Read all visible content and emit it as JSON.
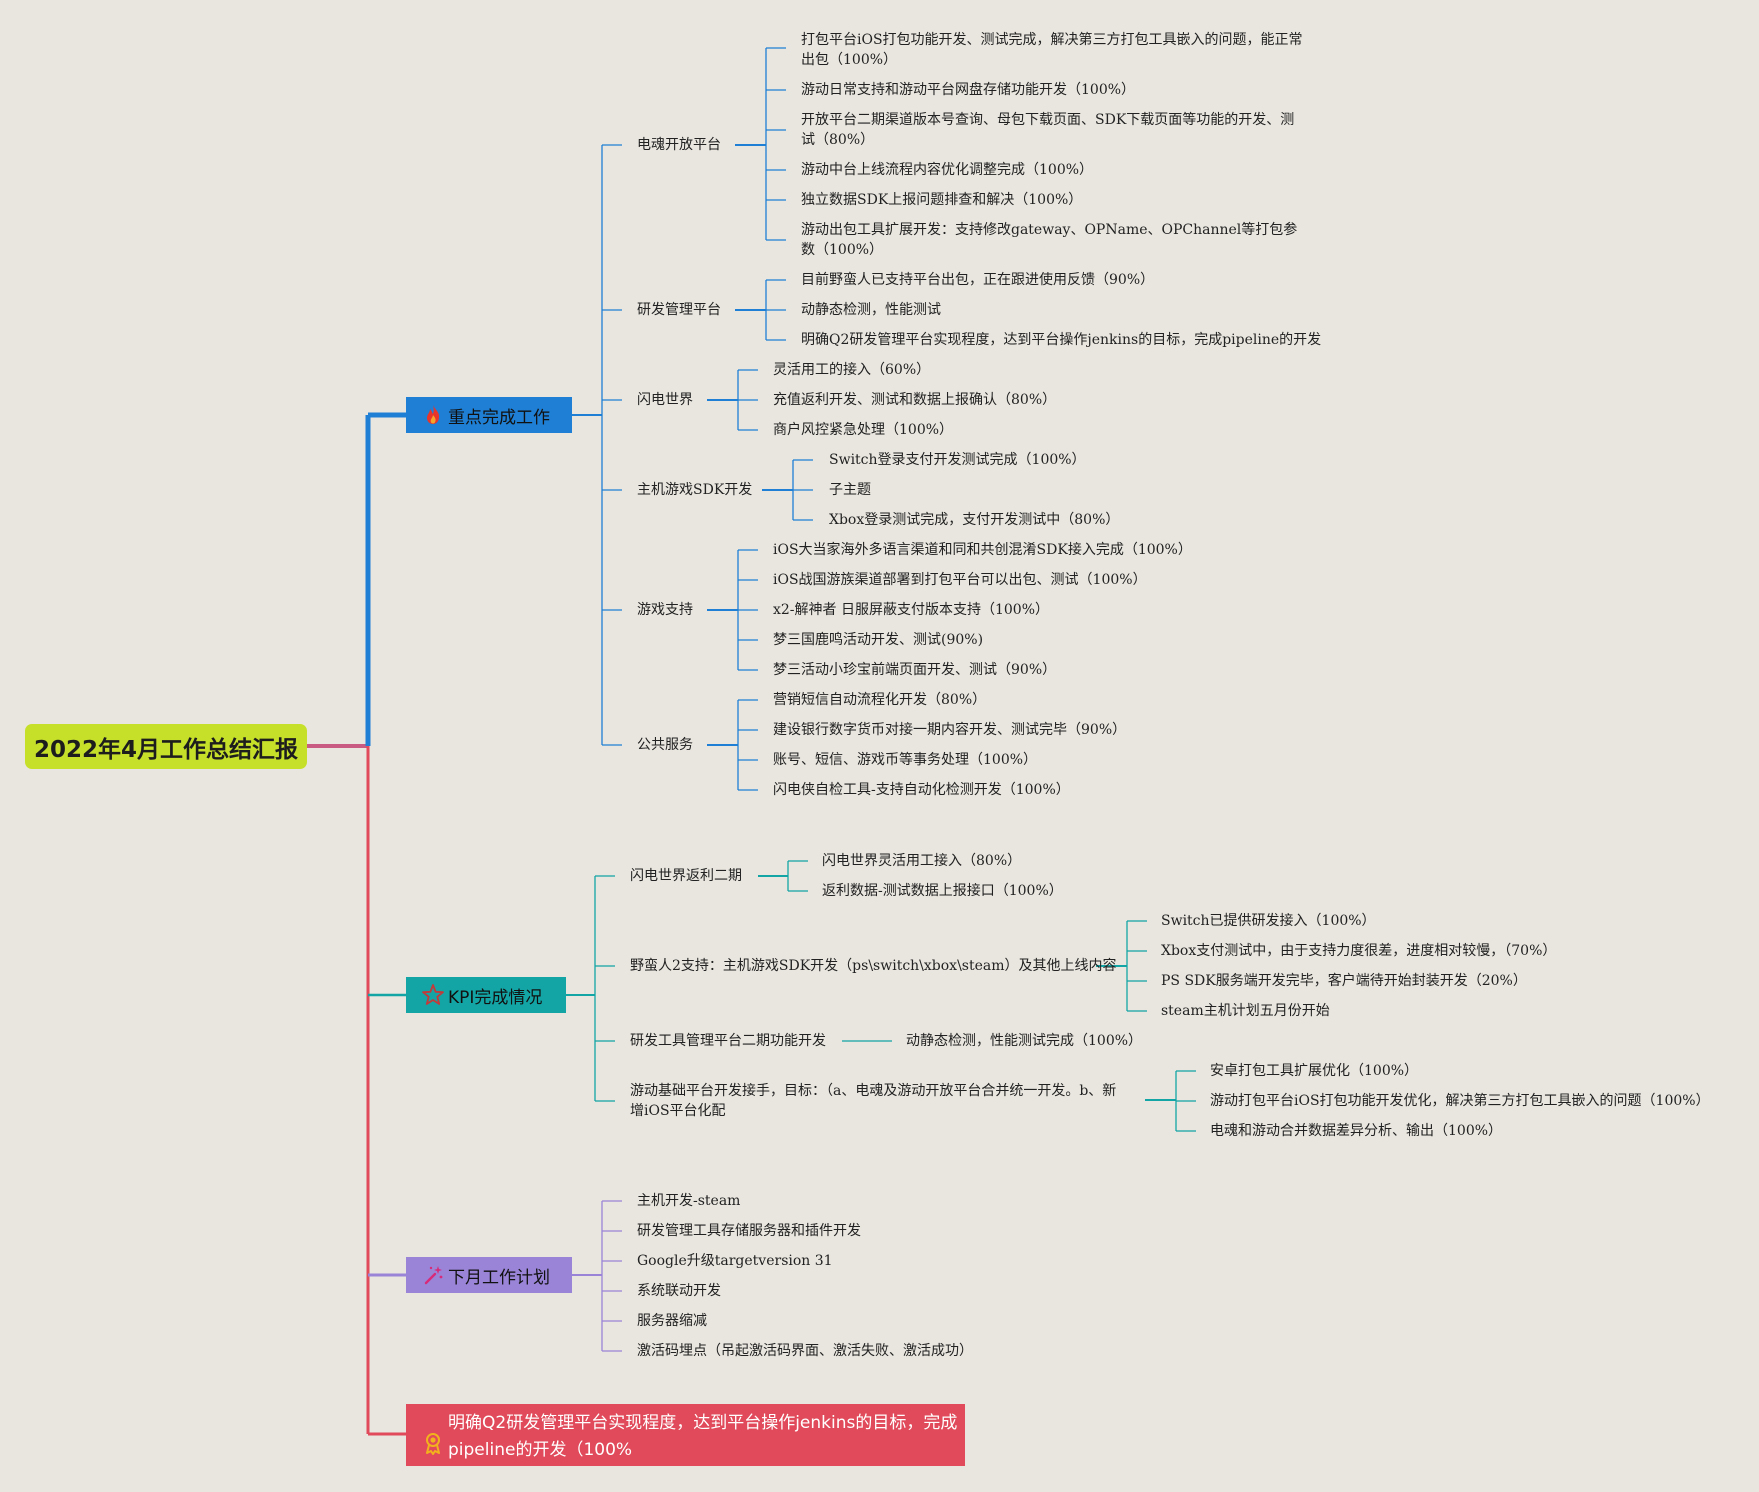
{
  "colors": {
    "background": "#e9e6df",
    "root": "#c6e02a",
    "branch_blue": "#1e7fd4",
    "branch_teal": "#13a5a5",
    "branch_purple": "#9a84d8",
    "branch_red": "#e04a5a",
    "root_connector": "#c95a82"
  },
  "root": {
    "title": "2022年4月工作总结汇报"
  },
  "branches": {
    "key_work": {
      "label": "重点完成工作",
      "icon": "flame-icon",
      "groups": [
        {
          "label": "电魂开放平台",
          "items": [
            "打包平台iOS打包功能开发、测试完成，解决第三方打包工具嵌入的问题，能正常出包（100%）",
            "游动日常支持和游动平台网盘存储功能开发（100%）",
            "开放平台二期渠道版本号查询、母包下载页面、SDK下载页面等功能的开发、测试（80%）",
            "游动中台上线流程内容优化调整完成（100%）",
            "独立数据SDK上报问题排查和解决（100%）",
            "游动出包工具扩展开发：支持修改gateway、OPName、OPChannel等打包参数（100%）"
          ]
        },
        {
          "label": "研发管理平台",
          "items": [
            "目前野蛮人已支持平台出包，正在跟进使用反馈（90%）",
            "动静态检测，性能测试",
            "明确Q2研发管理平台实现程度，达到平台操作jenkins的目标，完成pipeline的开发"
          ]
        },
        {
          "label": "闪电世界",
          "items": [
            "灵活用工的接入（60%）",
            "充值返利开发、测试和数据上报确认（80%）",
            "商户风控紧急处理（100%）"
          ]
        },
        {
          "label": "主机游戏SDK开发",
          "items": [
            "Switch登录支付开发测试完成（100%）",
            "子主题",
            "Xbox登录测试完成，支付开发测试中（80%）"
          ]
        },
        {
          "label": "游戏支持",
          "items": [
            "iOS大当家海外多语言渠道和同和共创混淆SDK接入完成（100%）",
            "iOS战国游族渠道部署到打包平台可以出包、测试（100%）",
            "x2-解神者  日服屏蔽支付版本支持（100%）",
            "梦三国鹿鸣活动开发、测试(90%)",
            "梦三活动小珍宝前端页面开发、测试（90%）"
          ]
        },
        {
          "label": "公共服务",
          "items": [
            "营销短信自动流程化开发（80%）",
            "建设银行数字货币对接一期内容开发、测试完毕（90%）",
            "账号、短信、游戏币等事务处理（100%）",
            "闪电侠自检工具-支持自动化检测开发（100%）"
          ]
        }
      ]
    },
    "kpi": {
      "label": "KPI完成情况",
      "icon": "star-icon",
      "groups": [
        {
          "label": "闪电世界返利二期",
          "items": [
            "闪电世界灵活用工接入（80%）",
            "返利数据-测试数据上报接口（100%）"
          ]
        },
        {
          "label": "野蛮人2支持：主机游戏SDK开发（ps\\switch\\xbox\\steam）及其他上线内容",
          "items": [
            "Switch已提供研发接入（100%）",
            "Xbox支付测试中，由于支持力度很差，进度相对较慢，（70%）",
            "PS SDK服务端开发完毕，客户端待开始封装开发（20%）",
            "steam主机计划五月份开始"
          ]
        },
        {
          "label": "研发工具管理平台二期功能开发",
          "items": [
            "动静态检测，性能测试完成（100%）"
          ]
        },
        {
          "label": "游动基础平台开发接手，目标：（a、电魂及游动开放平台合并统一开发。b、新增iOS平台化配",
          "items": [
            "安卓打包工具扩展优化（100%）",
            "游动打包平台iOS打包功能开发优化，解决第三方打包工具嵌入的问题（100%）",
            "电魂和游动合并数据差异分析、输出（100%）"
          ]
        }
      ]
    },
    "next_month": {
      "label": "下月工作计划",
      "icon": "magic-wand-icon",
      "items": [
        "主机开发-steam",
        "研发管理工具存储服务器和插件开发",
        "Google升级targetversion 31",
        "系统联动开发",
        "服务器缩减",
        "激活码埋点（吊起激活码界面、激活失败、激活成功）"
      ]
    },
    "goal": {
      "label": "明确Q2研发管理平台实现程度，达到平台操作jenkins的目标，完成pipeline的开发（100%",
      "icon": "award-icon"
    }
  }
}
